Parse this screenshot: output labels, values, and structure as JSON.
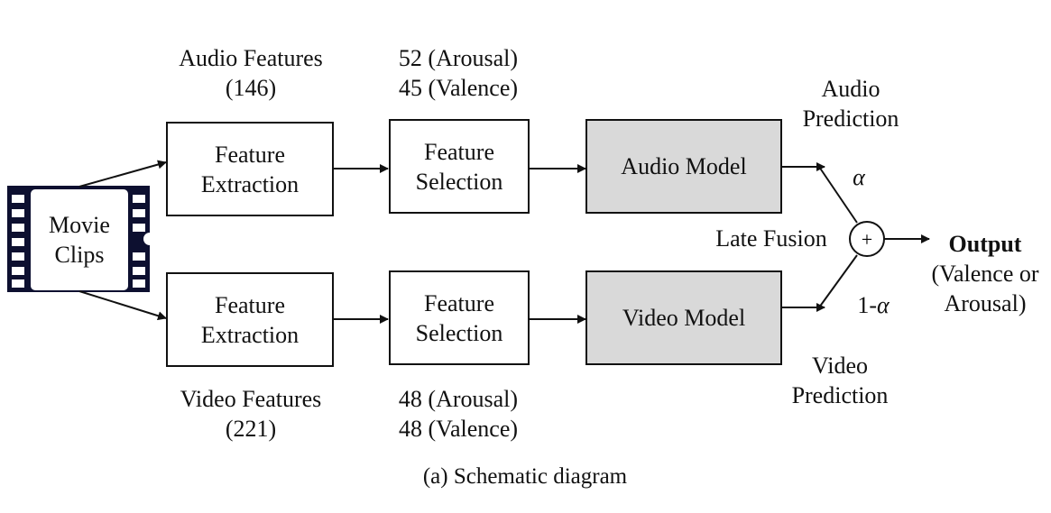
{
  "movie": {
    "line1": "Movie",
    "line2": "Clips"
  },
  "audio_branch": {
    "features_label": {
      "line1": "Audio Features",
      "line2": "(146)"
    },
    "extraction": {
      "line1": "Feature",
      "line2": "Extraction"
    },
    "selection_counts": {
      "line1": "52 (Arousal)",
      "line2": "45 (Valence)"
    },
    "selection": {
      "line1": "Feature",
      "line2": "Selection"
    },
    "model": "Audio Model",
    "prediction": {
      "line1": "Audio",
      "line2": "Prediction"
    },
    "weight": "α"
  },
  "video_branch": {
    "features_label": {
      "line1": "Video Features",
      "line2": "(221)"
    },
    "extraction": {
      "line1": "Feature",
      "line2": "Extraction"
    },
    "selection_counts": {
      "line1": "48 (Arousal)",
      "line2": "48 (Valence)"
    },
    "selection": {
      "line1": "Feature",
      "line2": "Selection"
    },
    "model": "Video Model",
    "prediction": {
      "line1": "Video",
      "line2": "Prediction"
    },
    "weight_prefix": "1-",
    "weight": "α"
  },
  "fusion": {
    "label": "Late Fusion",
    "symbol": "+"
  },
  "output": {
    "title": "Output",
    "line1": "(Valence or",
    "line2": "Arousal)"
  },
  "caption": "(a) Schematic diagram",
  "colors": {
    "stroke": "#111111",
    "model_fill": "#d9d9d9",
    "film": "#0d1030"
  }
}
